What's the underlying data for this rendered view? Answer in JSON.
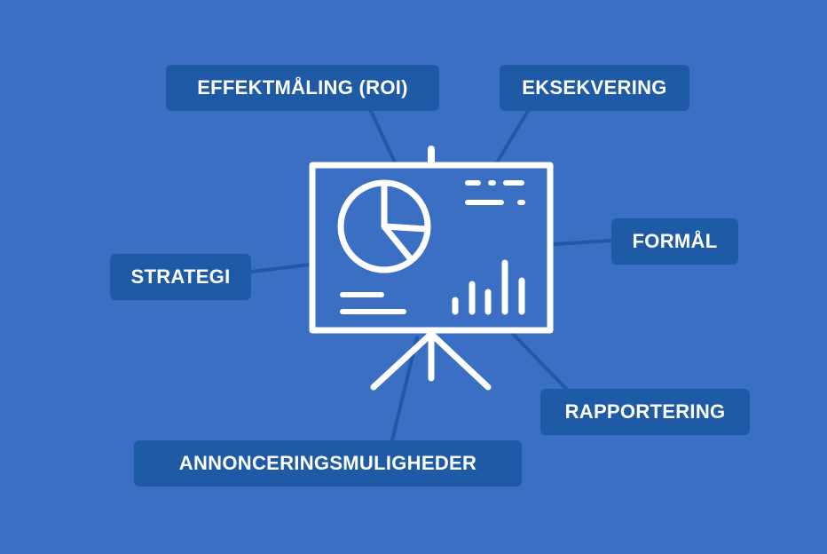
{
  "labels": {
    "effektmaaling": "EFFEKTMÅLING (ROI)",
    "eksekvering": "EKSEKVERING",
    "formaal": "FORMÅL",
    "strategi": "STRATEGI",
    "rapportering": "RAPPORTERING",
    "annonceringsmuligheder": "ANNONCERINGSMULIGHEDER"
  },
  "colors": {
    "background": "#3a6fc4",
    "label_background": "#1e5aa6",
    "icon": "#ffffff"
  },
  "icon": "presentation-board-icon"
}
